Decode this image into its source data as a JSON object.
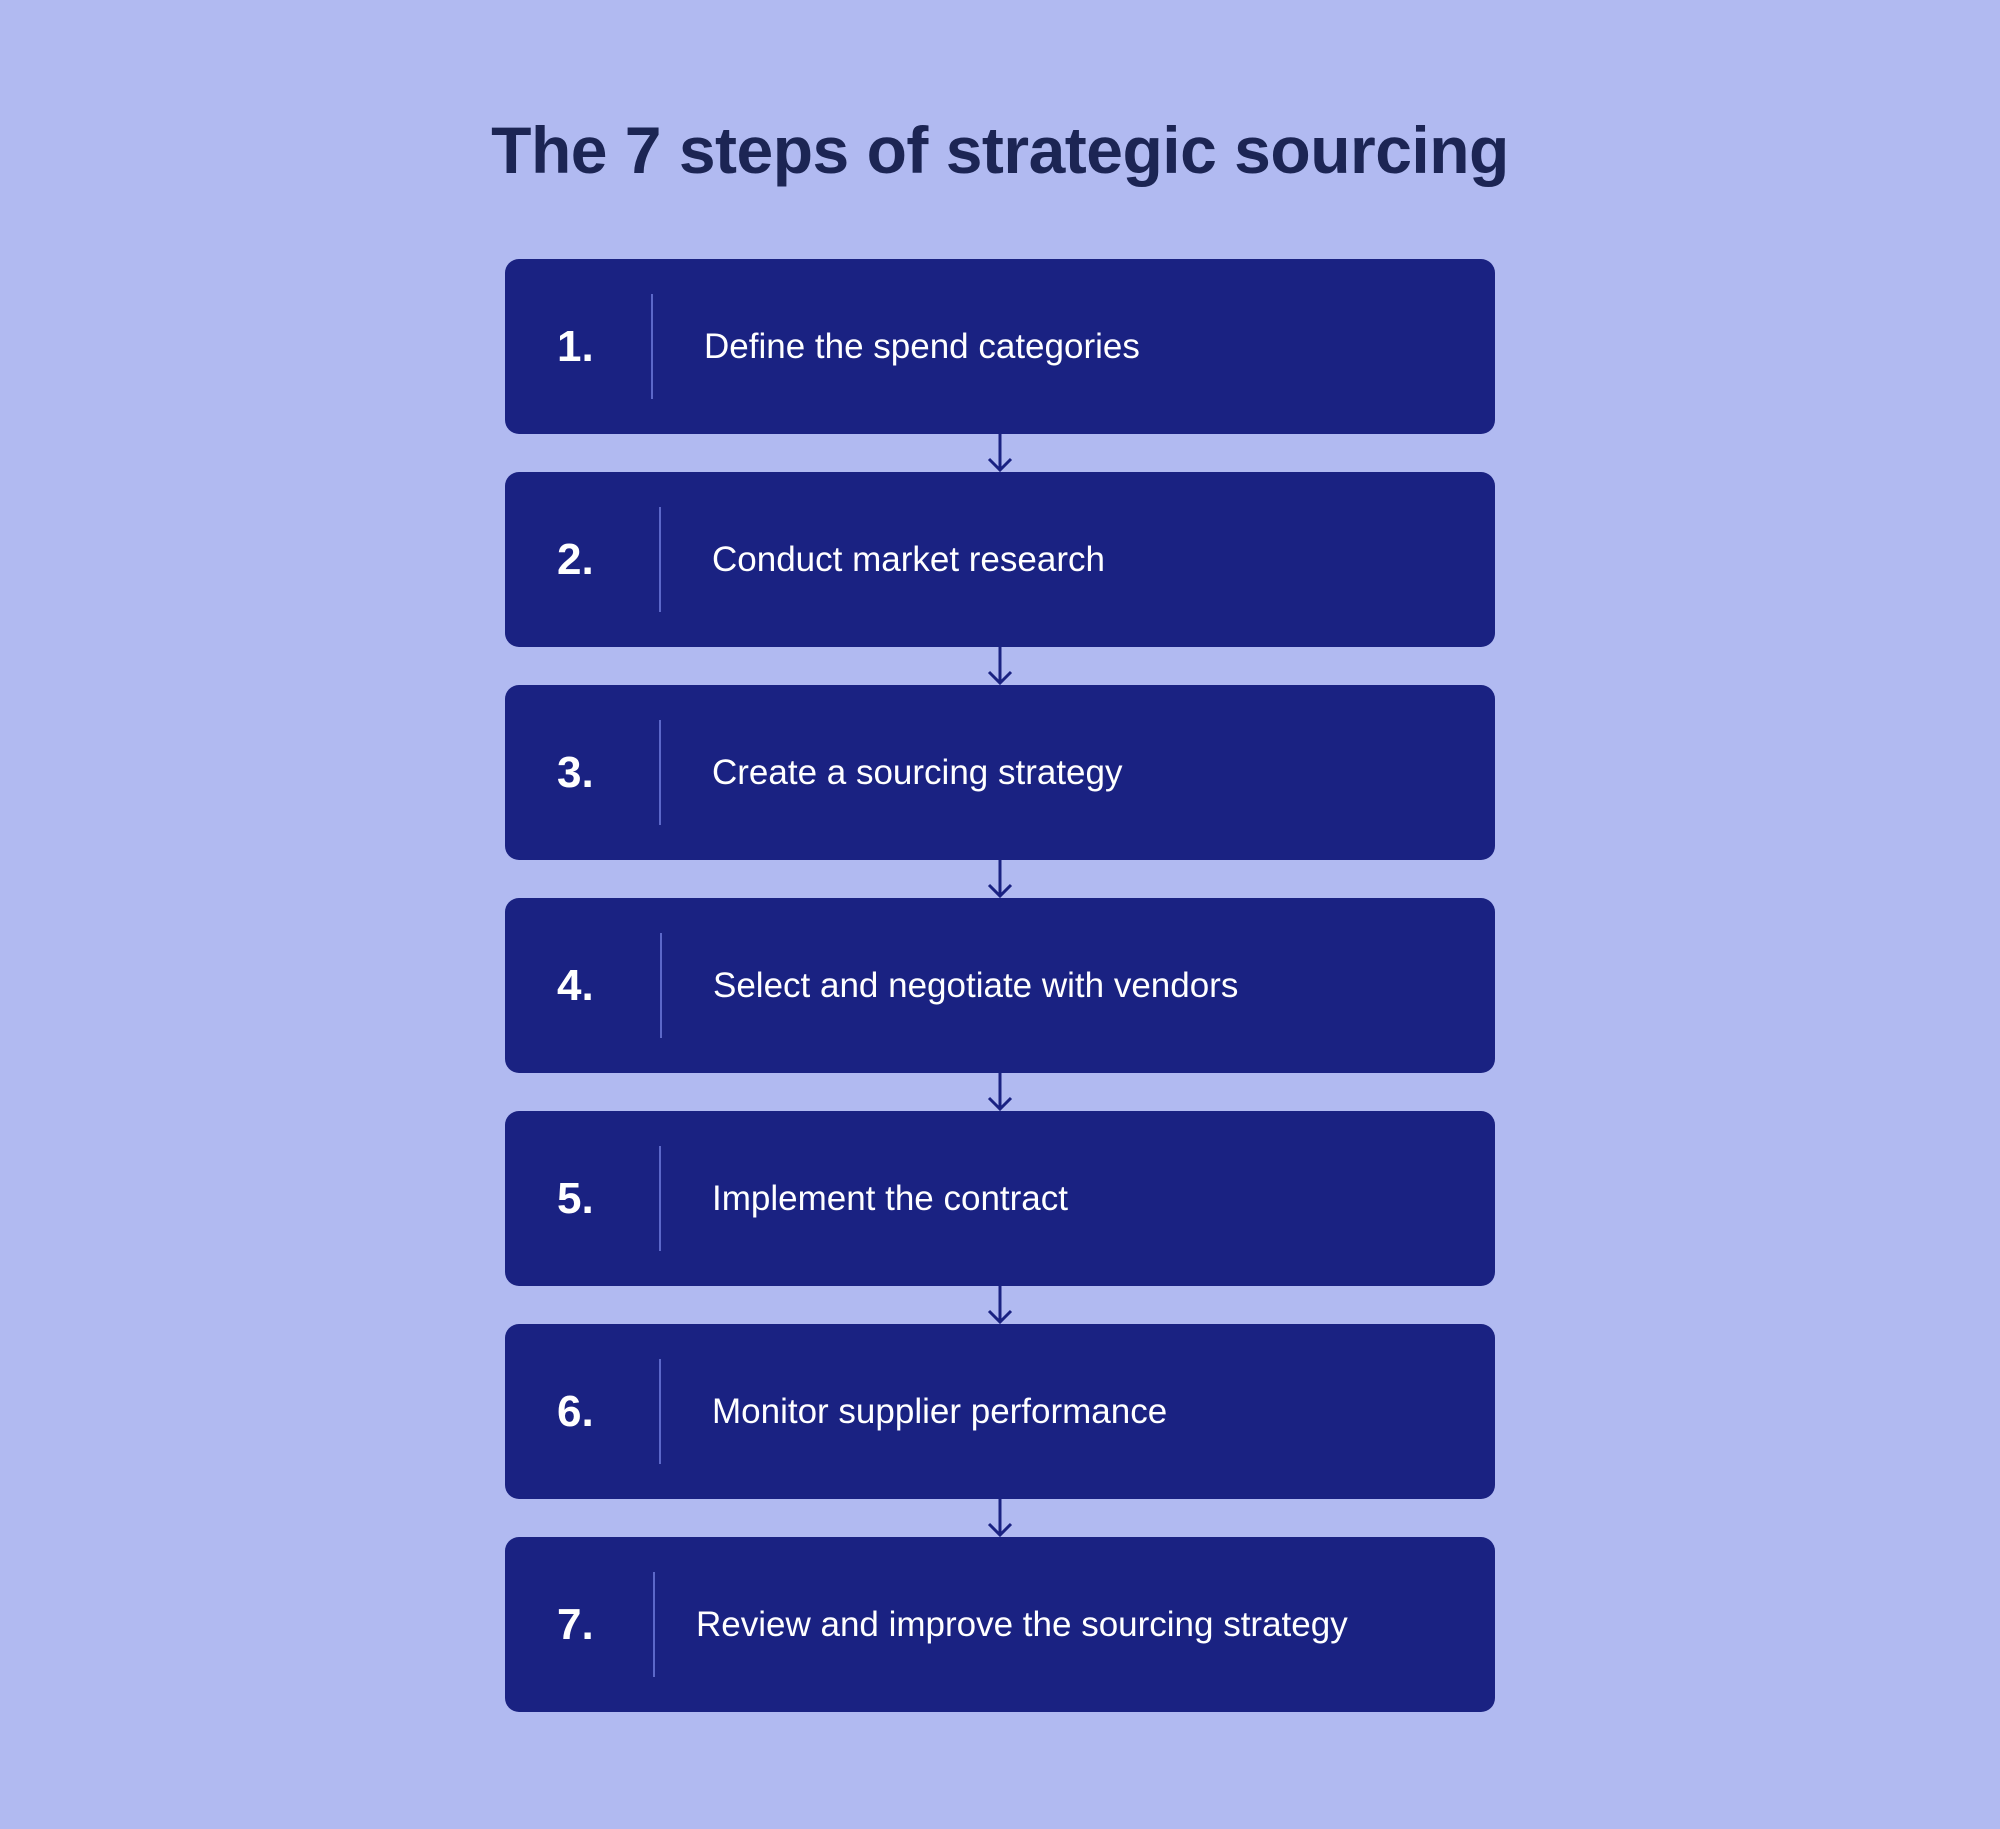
{
  "title": "The 7 steps of strategic sourcing",
  "colors": {
    "background": "#b1baf1",
    "box": "#1a2282",
    "title_text": "#1c2554",
    "box_text": "#ffffff",
    "divider": "#5c68c9",
    "arrow": "#1a2282"
  },
  "steps": [
    {
      "number": "1.",
      "label": "Define the spend categories"
    },
    {
      "number": "2.",
      "label": "Conduct market research"
    },
    {
      "number": "3.",
      "label": "Create a sourcing strategy"
    },
    {
      "number": "4.",
      "label": "Select and negotiate with vendors"
    },
    {
      "number": "5.",
      "label": "Implement the contract"
    },
    {
      "number": "6.",
      "label": "Monitor supplier performance"
    },
    {
      "number": "7.",
      "label": "Review and improve the sourcing strategy"
    }
  ]
}
